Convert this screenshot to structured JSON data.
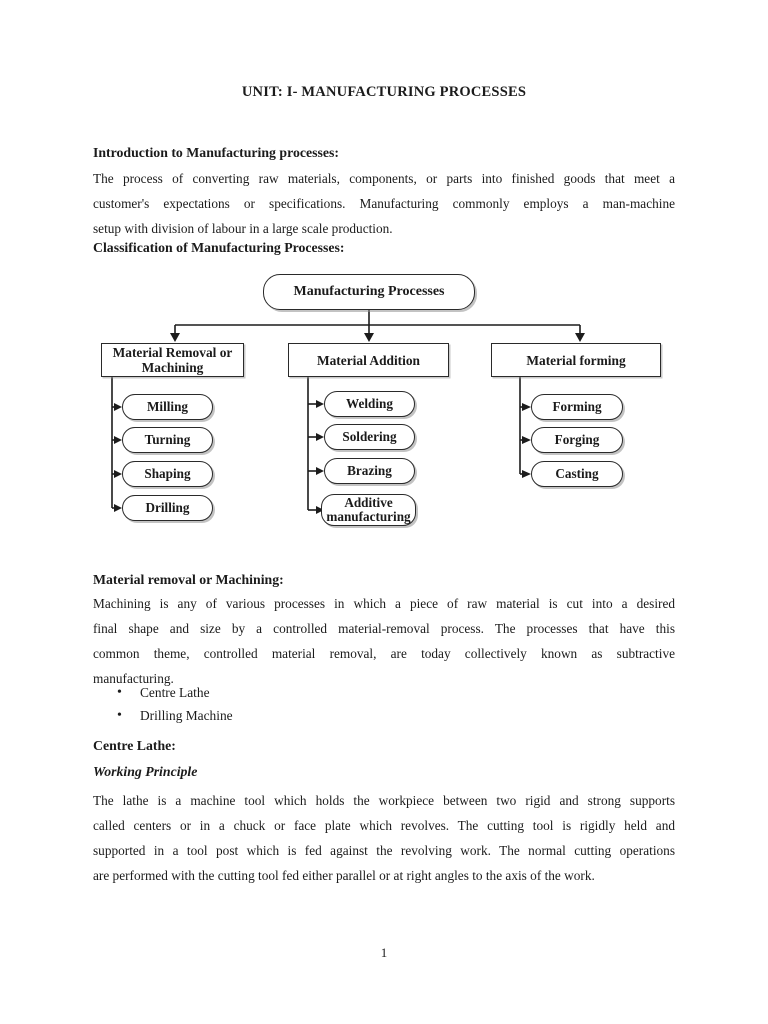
{
  "doc": {
    "title": "UNIT: I- MANUFACTURING PROCESSES",
    "page_number": "1"
  },
  "colors": {
    "page_bg": "#ffffff",
    "text": "#1b1b1b",
    "box_border": "#2a2a2a",
    "box_shadow": "#919191"
  },
  "sections": {
    "intro": {
      "heading": "Introduction to Manufacturing processes:",
      "lines": [
        "The process of converting raw materials, components, or parts into finished goods that meet a",
        "customer's expectations or specifications. Manufacturing commonly employs a man-machine",
        "setup with division of labour in a large scale production."
      ]
    },
    "classification": {
      "heading": "Classification of Manufacturing Processes:"
    },
    "machining": {
      "heading": "Material removal or Machining:",
      "lines": [
        "Machining is any of various processes in which a piece of raw material is cut into a desired",
        "final shape and size by a controlled material-removal process. The processes that have this",
        "common theme, controlled material removal, are today collectively known as subtractive",
        "manufacturing."
      ],
      "bullets": [
        "Centre Lathe",
        "Drilling Machine"
      ]
    },
    "centre_lathe": {
      "heading": "Centre Lathe:",
      "subheading": "Working Principle",
      "lines": [
        "The lathe is a machine tool which holds the workpiece between two rigid and strong supports",
        "called centers or in a chuck or face plate which revolves. The cutting tool is rigidly held and",
        "supported in a tool post which is fed against the revolving work. The normal cutting operations",
        "are performed with the cutting tool fed either parallel or at right angles to the axis of the work."
      ]
    }
  },
  "flowchart": {
    "root": "Manufacturing Processes",
    "columns": [
      {
        "label": "Material Removal or Machining",
        "children": [
          "Milling",
          "Turning",
          "Shaping",
          "Drilling"
        ]
      },
      {
        "label": "Material Addition",
        "children": [
          "Welding",
          "Soldering",
          "Brazing",
          "Additive manufacturing"
        ]
      },
      {
        "label": "Material forming",
        "children": [
          "Forming",
          "Forging",
          "Casting"
        ]
      }
    ]
  }
}
